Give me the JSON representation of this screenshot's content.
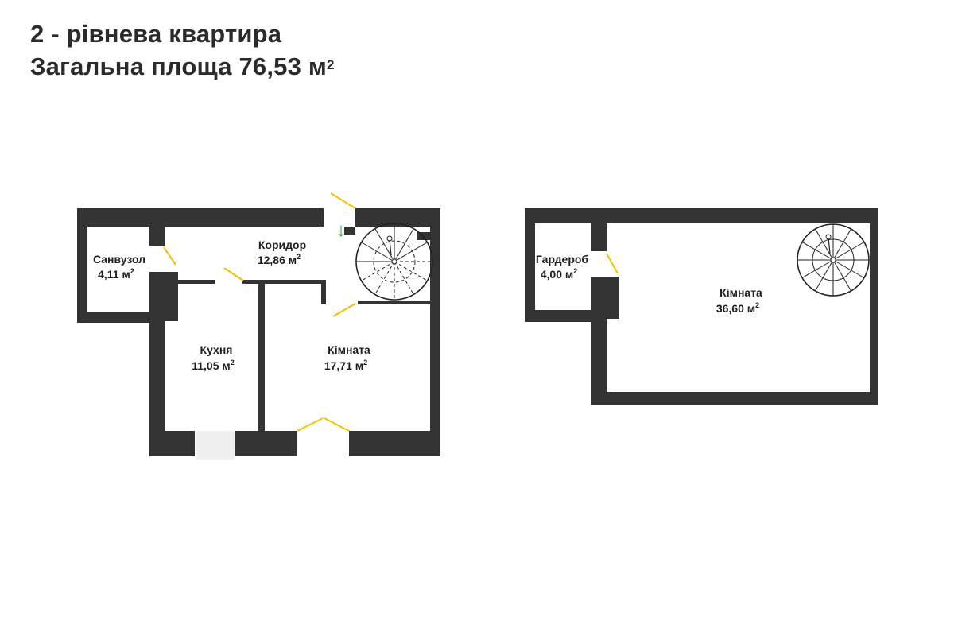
{
  "header": {
    "title": "2 - рівнева квартира",
    "area_prefix": "Загальна площа 76,53 м",
    "area_sup": "2"
  },
  "units": {
    "sup": "2"
  },
  "colors": {
    "wall": "#333333",
    "door": "#f2c200",
    "arrow": "#2ea33b",
    "window": "#f0f0f0",
    "stair": "#222222"
  },
  "floor1": {
    "rooms": {
      "bathroom": {
        "name": "Санвузол",
        "area": "4,11 м"
      },
      "corridor": {
        "name": "Коридор",
        "area": "12,86 м"
      },
      "kitchen": {
        "name": "Кухня",
        "area": "11,05 м"
      },
      "room": {
        "name": "Кімната",
        "area": "17,71 м"
      }
    },
    "arrow": "↓"
  },
  "floor2": {
    "rooms": {
      "wardrobe": {
        "name": "Гардероб",
        "area": "4,00 м"
      },
      "room": {
        "name": "Кімната",
        "area": "36,60 м"
      }
    }
  }
}
